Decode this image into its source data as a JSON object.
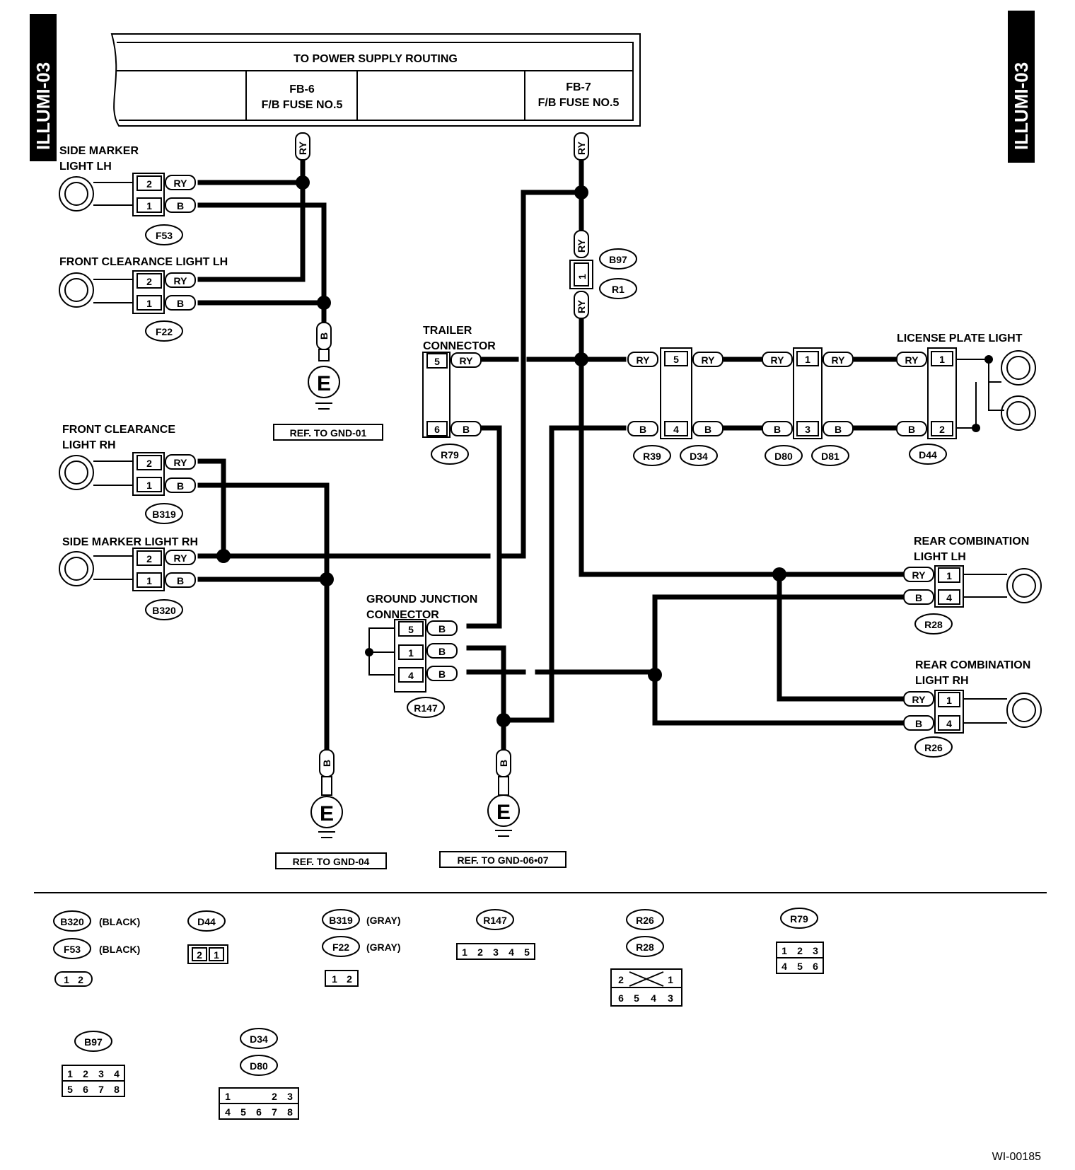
{
  "page_tag": "ILLUMI-03",
  "power_supply": {
    "title": "TO POWER SUPPLY ROUTING",
    "fb6": "FB-6",
    "fb6_fuse": "F/B FUSE NO.5",
    "fb7": "FB-7",
    "fb7_fuse": "F/B FUSE NO.5"
  },
  "wire_colors": {
    "ry": "RY",
    "b": "B"
  },
  "ground_symbol": "E",
  "labels": {
    "side_marker_lh": [
      "SIDE MARKER",
      "LIGHT LH"
    ],
    "front_clearance_lh": "FRONT CLEARANCE LIGHT LH",
    "front_clearance_rh": [
      "FRONT CLEARANCE",
      "LIGHT RH"
    ],
    "side_marker_rh": "SIDE MARKER LIGHT RH",
    "trailer_connector": [
      "TRAILER",
      "CONNECTOR"
    ],
    "ground_junction": [
      "GROUND JUNCTION",
      "CONNECTOR"
    ],
    "license_plate": "LICENSE PLATE LIGHT",
    "rear_comb_lh": [
      "REAR COMBINATION",
      "LIGHT LH"
    ],
    "rear_comb_rh": [
      "REAR COMBINATION",
      "LIGHT RH"
    ]
  },
  "connectors": {
    "f53": "F53",
    "f22": "F22",
    "b319": "B319",
    "b320": "B320",
    "b97": "B97",
    "r1": "R1",
    "r79": "R79",
    "r147": "R147",
    "r39": "R39",
    "d34": "D34",
    "d80": "D80",
    "d81": "D81",
    "d44": "D44",
    "r28": "R28",
    "r26": "R26"
  },
  "pins": {
    "p1": "1",
    "p2": "2",
    "p3": "3",
    "p4": "4",
    "p5": "5",
    "p6": "6"
  },
  "grounds": {
    "gnd01": "REF. TO GND-01",
    "gnd04": "REF. TO GND-04",
    "gnd0607": "REF. TO GND-06•07"
  },
  "legend": {
    "black": "(BLACK)",
    "gray": "(GRAY)",
    "two_pin": [
      "1",
      "2"
    ],
    "d44_pins": [
      "2",
      "1"
    ],
    "r147_pins": [
      "1",
      "2",
      "3",
      "4",
      "5"
    ],
    "r26_top": [
      "2",
      "1"
    ],
    "r26_bottom": [
      "6",
      "5",
      "4",
      "3"
    ],
    "r79_top": [
      "1",
      "2",
      "3"
    ],
    "r79_bottom": [
      "4",
      "5",
      "6"
    ],
    "b97_top": [
      "1",
      "2",
      "3",
      "4"
    ],
    "b97_bottom": [
      "5",
      "6",
      "7",
      "8"
    ],
    "d34_top_left": "1",
    "d34_top_right": [
      "2",
      "3"
    ],
    "d34_bottom": [
      "4",
      "5",
      "6",
      "7",
      "8"
    ]
  },
  "figure_id": "WI-00185"
}
